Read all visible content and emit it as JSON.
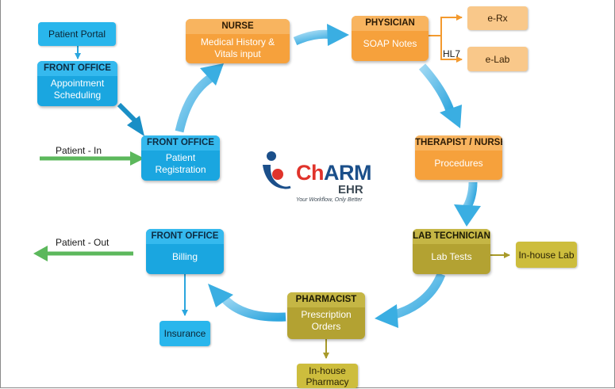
{
  "nodes": {
    "patient_portal": "Patient Portal",
    "front_office_appt": {
      "role": "FRONT OFFICE",
      "task": "Appointment\nScheduling"
    },
    "front_office_reg": {
      "role": "FRONT OFFICE",
      "task": "Patient\nRegistration"
    },
    "nurse": {
      "role": "NURSE",
      "task": "Medical History &\nVitals input"
    },
    "physician": {
      "role": "PHYSICIAN",
      "task": "SOAP Notes"
    },
    "erx": "e-Rx",
    "elab": "e-Lab",
    "therapist": {
      "role": "THERAPIST / NURSE",
      "task": "Procedures"
    },
    "lab_tech": {
      "role": "LAB TECHNICIAN",
      "task": "Lab Tests"
    },
    "inhouse_lab": "In-house Lab",
    "pharmacist": {
      "role": "PHARMACIST",
      "task": "Prescription\nOrders"
    },
    "inhouse_pharmacy": "In-house\nPharmacy",
    "front_office_billing": {
      "role": "FRONT OFFICE",
      "task": "Billing"
    },
    "insurance": "Insurance"
  },
  "labels": {
    "patient_in": "Patient - In",
    "patient_out": "Patient - Out",
    "hl7": "HL7"
  },
  "logo": {
    "brand_ch": "Ch",
    "brand_arm": "ARM",
    "brand_sub": "EHR",
    "tagline": "Your Workflow, Only Better"
  },
  "colors": {
    "blue": "#1aa6e0",
    "orange": "#f6a13c",
    "olive": "#b3a232",
    "green_arrow": "#5cb85c",
    "cycle_arrow": "#46b3e6",
    "brand_red": "#e0332b",
    "brand_navy": "#1b4f8a"
  }
}
